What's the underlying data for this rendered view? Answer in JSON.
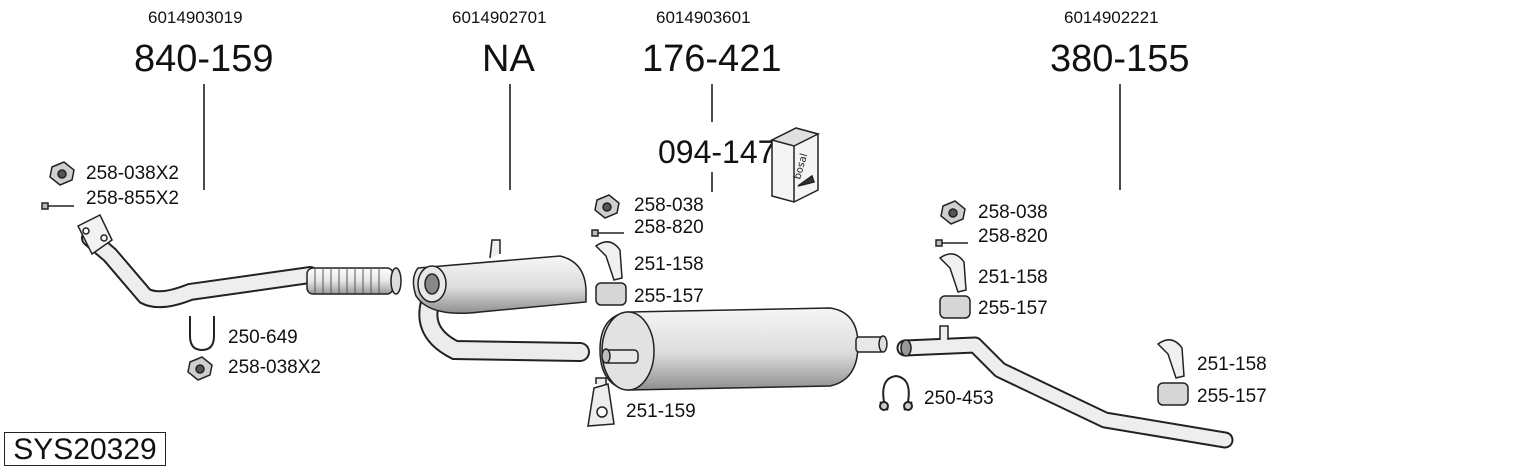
{
  "columns": [
    {
      "oe": "6014903019",
      "part": "840-159"
    },
    {
      "oe": "6014902701",
      "part": "NA"
    },
    {
      "oe": "6014903601",
      "part": "176-421"
    },
    {
      "oe": "6014902221",
      "part": "380-155"
    }
  ],
  "kit": "094-147",
  "kit_box_text": "bosal",
  "labels": {
    "c1_nut": "258-038X2",
    "c1_bolt": "258-855X2",
    "c1_ubolt": "250-649",
    "c1_nut2": "258-038X2",
    "c3_nut": "258-038",
    "c3_bolt": "258-820",
    "c3_bracket": "251-158",
    "c3_rubber": "255-157",
    "c3_hanger": "251-159",
    "c4_nut": "258-038",
    "c4_bolt": "258-820",
    "c4_bracket": "251-158",
    "c4_rubber": "255-157",
    "c4_clamp": "250-453",
    "c5_bracket": "251-158",
    "c5_rubber": "255-157"
  },
  "system_id": "SYS20329"
}
